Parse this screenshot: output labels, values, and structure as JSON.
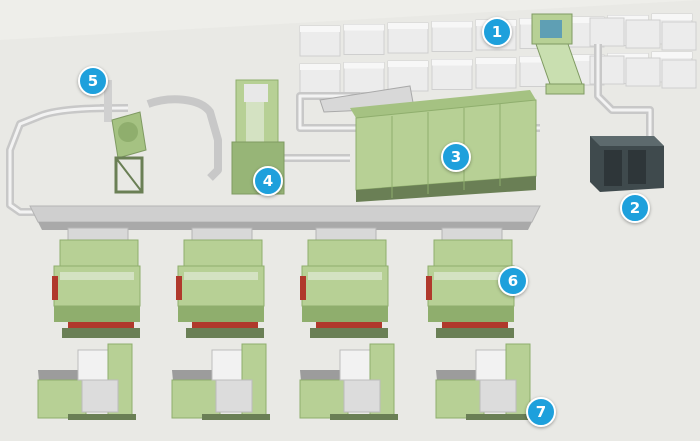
{
  "markers": [
    {
      "label": "1"
    },
    {
      "label": "2"
    },
    {
      "label": "3"
    },
    {
      "label": "4"
    },
    {
      "label": "5"
    },
    {
      "label": "6"
    },
    {
      "label": "7"
    }
  ],
  "colors": {
    "marker": "#1ea0dc",
    "machine": "#b7d095",
    "machine_dark": "#8fae6d",
    "duct": "#dcdcdc",
    "bale": "#ececec",
    "floor": "#eeeeea",
    "accent_red": "#b0392c"
  }
}
